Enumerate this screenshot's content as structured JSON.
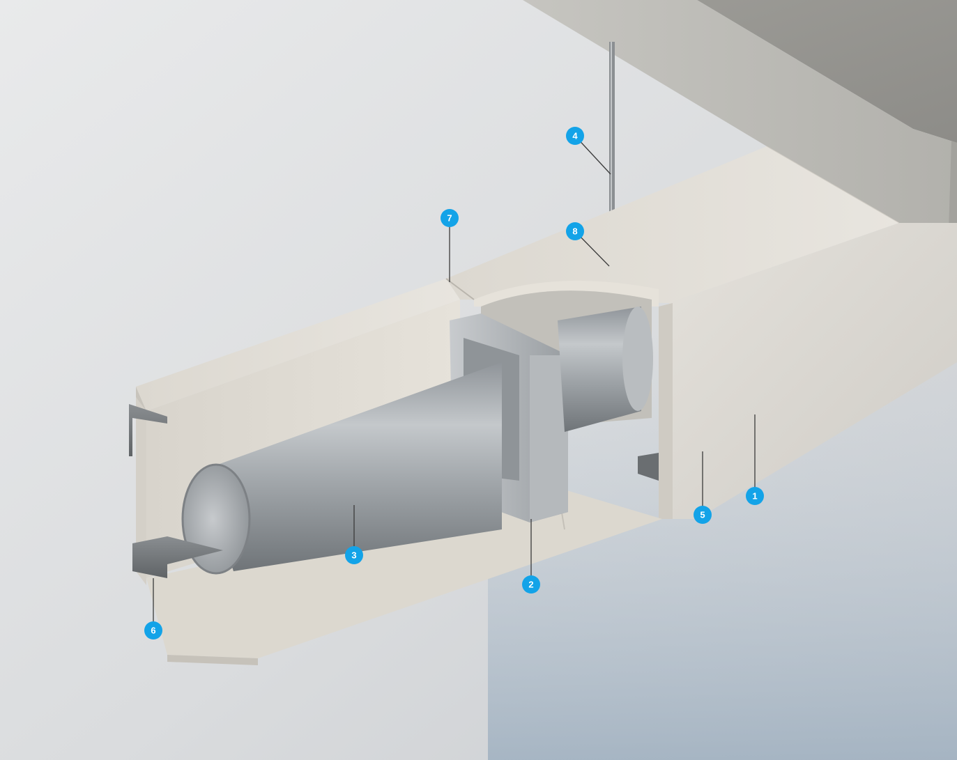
{
  "colors": {
    "marker": "#13a3e8",
    "marker_text": "#ffffff",
    "leader_line": "#3a3a3a",
    "board": "#dedad2",
    "concrete": "#b3b2ad",
    "metal": "#a9aeb2"
  },
  "callouts": [
    {
      "id": "marker-1",
      "label": "1"
    },
    {
      "id": "marker-2",
      "label": "2"
    },
    {
      "id": "marker-3",
      "label": "3"
    },
    {
      "id": "marker-4",
      "label": "4"
    },
    {
      "id": "marker-5",
      "label": "5"
    },
    {
      "id": "marker-6",
      "label": "6"
    },
    {
      "id": "marker-7",
      "label": "7"
    },
    {
      "id": "marker-8",
      "label": "8"
    }
  ]
}
